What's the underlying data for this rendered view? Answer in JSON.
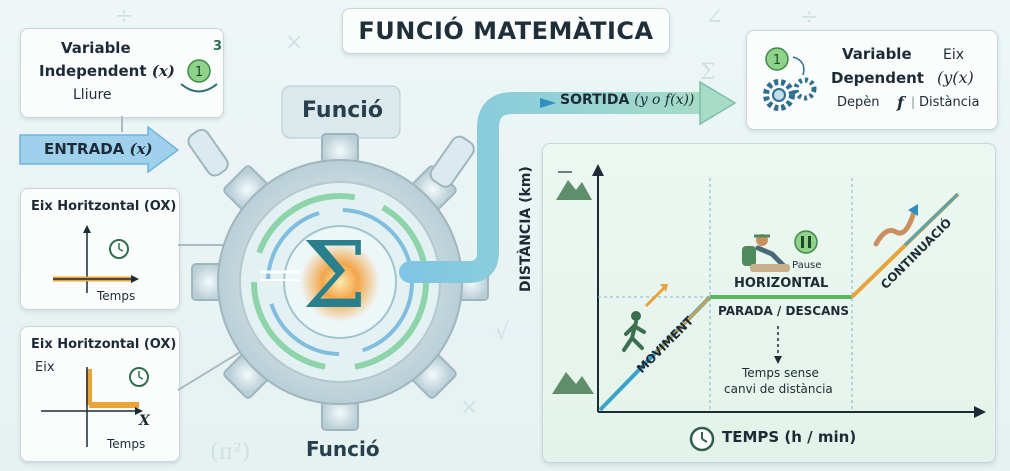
{
  "title": "FUNCIÓ MATEMÀTICA",
  "independent": {
    "line1": "Variable",
    "line2": "Independent",
    "var": "(x)",
    "line3": "Lliure",
    "badge": "3"
  },
  "input": {
    "label": "ENTRADA",
    "var": "(x)"
  },
  "output": {
    "label": "SORTIDA",
    "var": "(y o f(x))"
  },
  "dependent": {
    "line1": "Variable",
    "line2": "Dependent",
    "eix": "Eix",
    "var": "(y(x)",
    "depen": "Depèn",
    "f": "f",
    "sep": "|",
    "dist": "Distància"
  },
  "gear": {
    "top_label": "Funció",
    "bottom_label": "Funció",
    "symbol": "Σ"
  },
  "axis_box1": {
    "title": "Eix Horitzontal (OX)",
    "xlabel": "Temps"
  },
  "axis_box2": {
    "title": "Eix Horitzontal (OX)",
    "ylabel": "Eix",
    "xvar": "X",
    "xlabel": "Temps"
  },
  "colors": {
    "accent_green": "#5cb85c",
    "accent_orange": "#e8a33a",
    "accent_blue": "#2f8fc4",
    "arrow_blue": "#6fb4da"
  },
  "chart_data": {
    "type": "line",
    "xlabel": "TEMPS (h / min)",
    "ylabel": "DISTÀNCIA (km)",
    "segments": [
      {
        "label": "MOVIMENT",
        "kind": "rising"
      },
      {
        "label": "HORIZONTAL",
        "sublabel": "PARADA / DESCANS",
        "kind": "flat"
      },
      {
        "label": "CONTINUACIÓ",
        "kind": "rising"
      }
    ],
    "annotation": {
      "line1": "Temps sense",
      "line2": "canvi de distància"
    },
    "pause_label": "Pause"
  }
}
